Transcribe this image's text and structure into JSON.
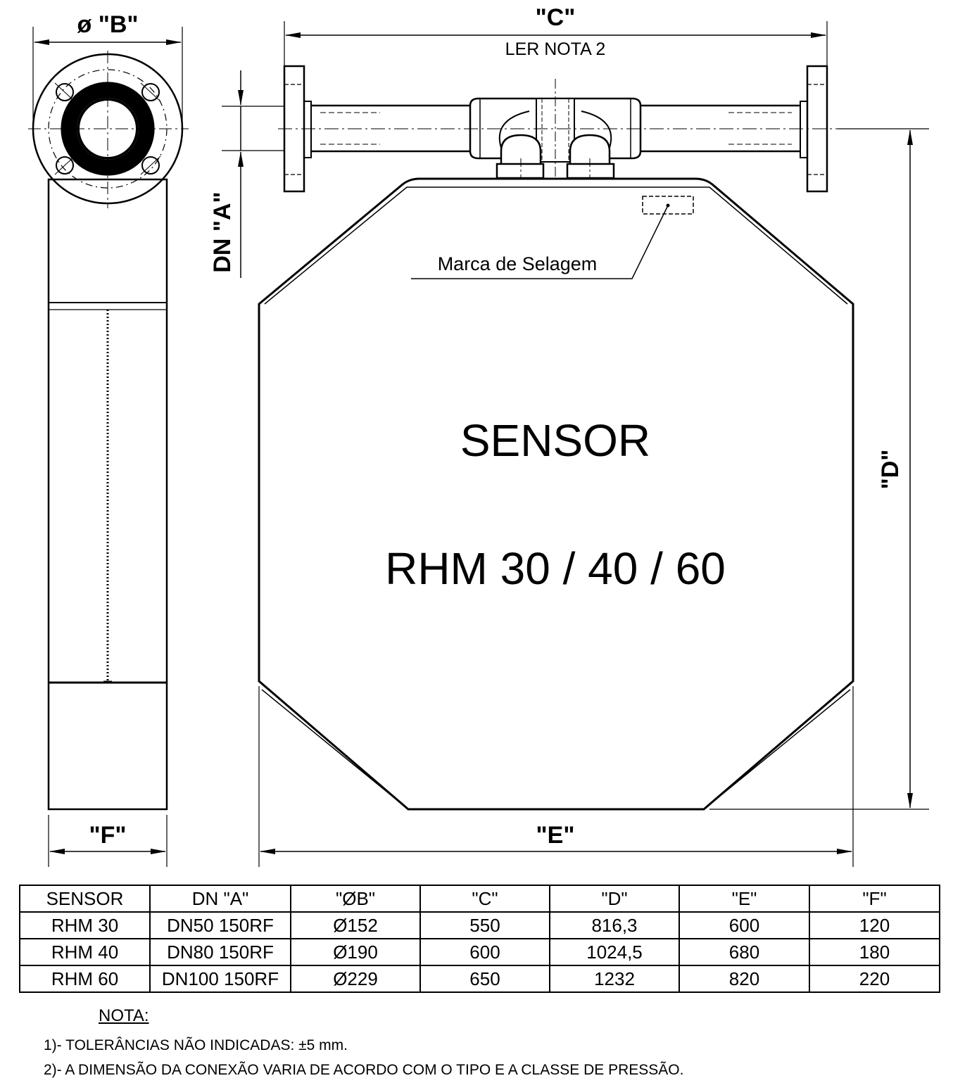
{
  "labels": {
    "dim_b": "ø \"B\"",
    "dim_c": "\"C\"",
    "dim_c_note": "LER NOTA 2",
    "dim_a": "DN \"A\"",
    "dim_d": "\"D\"",
    "dim_e": "\"E\"",
    "dim_f": "\"F\"",
    "seal_mark": "Marca de Selagem",
    "sensor_title": "SENSOR",
    "sensor_models": "RHM 30 / 40 / 60"
  },
  "table": {
    "headers": [
      "SENSOR",
      "DN \"A\"",
      "\"ØB\"",
      "\"C\"",
      "\"D\"",
      "\"E\"",
      "\"F\""
    ],
    "rows": [
      [
        "RHM 30",
        "DN50 150RF",
        "Ø152",
        "550",
        "816,3",
        "600",
        "120"
      ],
      [
        "RHM 40",
        "DN80 150RF",
        "Ø190",
        "600",
        "1024,5",
        "680",
        "180"
      ],
      [
        "RHM 60",
        "DN100 150RF",
        "Ø229",
        "650",
        "1232",
        "820",
        "220"
      ]
    ]
  },
  "notes": {
    "title": "NOTA:",
    "items": [
      "1)- TOLERÂNCIAS NÃO INDICADAS: ±5 mm.",
      "2)- A DIMENSÃO DA CONEXÃO VARIA DE ACORDO COM O TIPO E A CLASSE DE PRESSÃO."
    ]
  }
}
